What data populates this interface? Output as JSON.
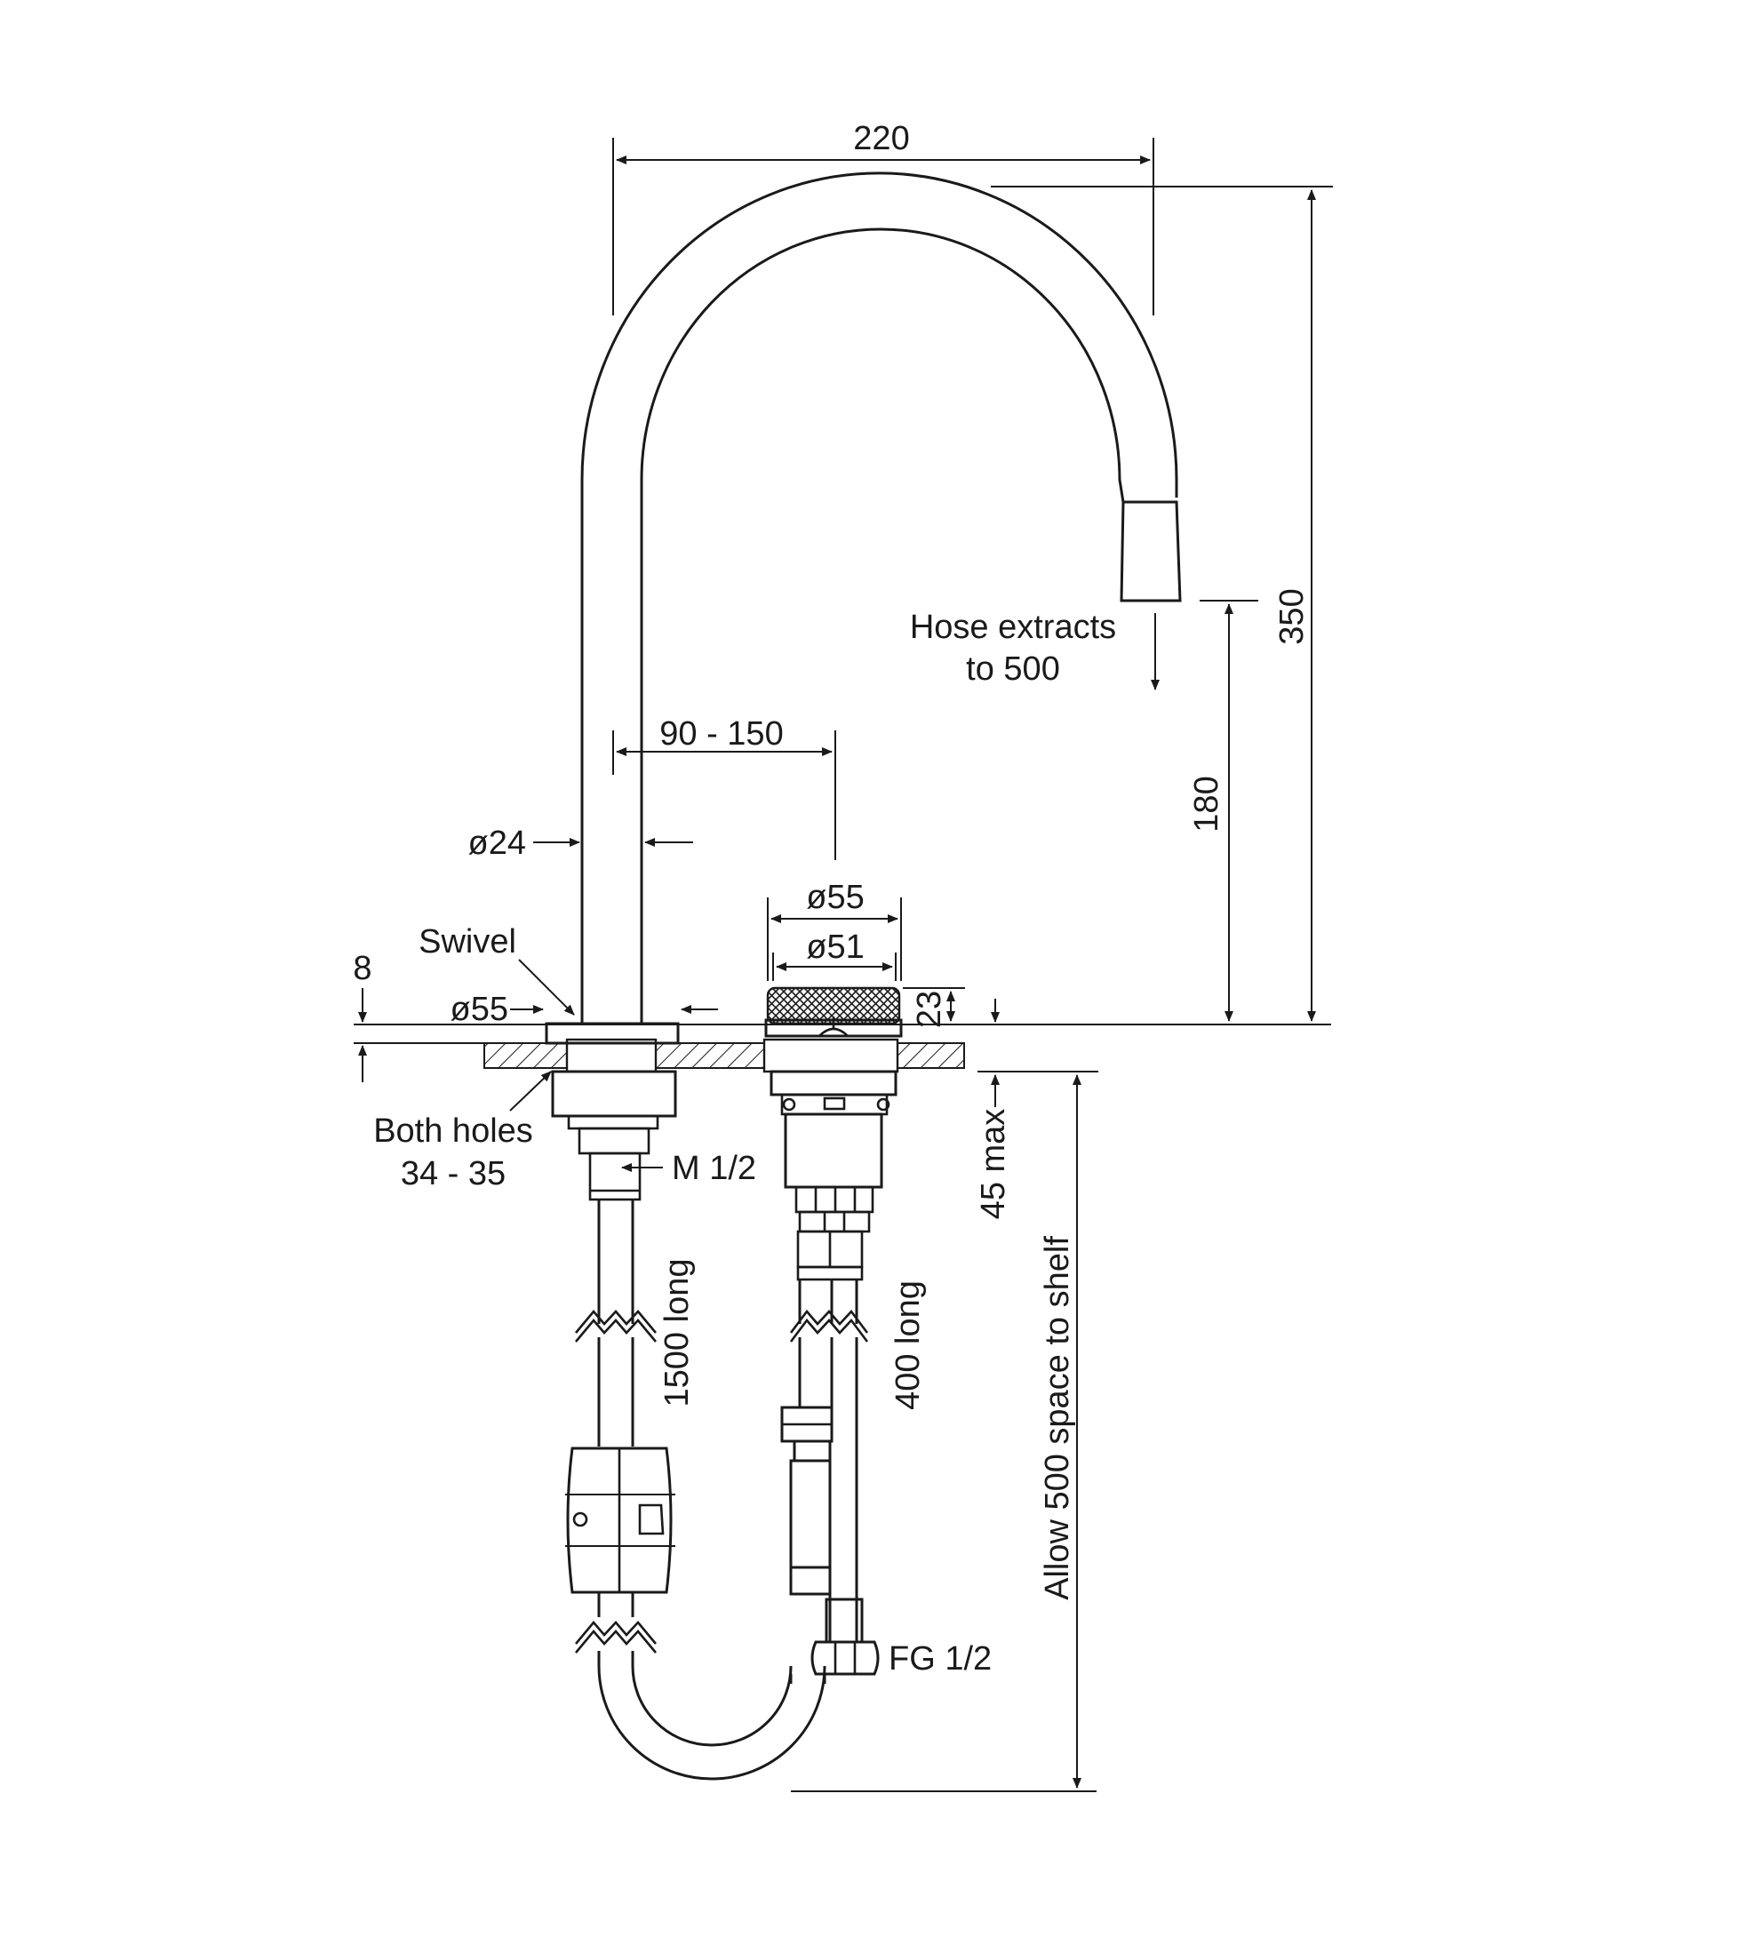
{
  "labels": {
    "dim_220": "220",
    "dim_350": "350",
    "dim_180": "180",
    "hose_line1": "Hose extracts",
    "hose_line2": "to 500",
    "dim_90_150": "90 - 150",
    "dia_24": "ø24",
    "dia_55_top": "ø55",
    "dia_51": "ø51",
    "dim_23": "23",
    "swivel": "Swivel",
    "dim_8": "8",
    "dia_55_left": "ø55",
    "holes_line1": "Both holes",
    "holes_line2": "34 - 35",
    "m_half": "M 1/2",
    "dim_45max": "45 max",
    "long_1500": "1500 long",
    "long_400": "400 long",
    "allow_500": "Allow 500 space to shelf",
    "fg_half": "FG 1/2"
  },
  "colors": {
    "line": "#1a1a1a",
    "background": "#ffffff"
  }
}
